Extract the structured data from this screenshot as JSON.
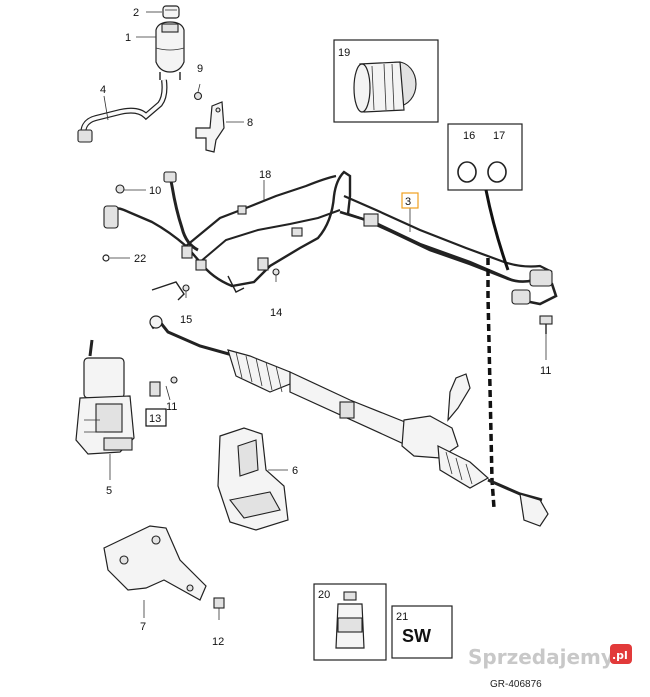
{
  "diagram": {
    "callouts": {
      "c1": "1",
      "c2": "2",
      "c3": "3",
      "c4": "4",
      "c5": "5",
      "c6": "6",
      "c7": "7",
      "c8": "8",
      "c9": "9",
      "c10": "10",
      "c11a": "11",
      "c11b": "11",
      "c12": "12",
      "c13": "13",
      "c14": "14",
      "c15": "15",
      "c16": "16",
      "c17": "17",
      "c18": "18",
      "c19": "19",
      "c20": "20",
      "c21": "21",
      "c22": "22"
    },
    "sw_label": "SW",
    "reference_code": "GR-406876",
    "watermark": "Sprzedajemy",
    "watermark_suffix": ".pl",
    "colors": {
      "line": "#222222",
      "highlight_box": "#f0a020",
      "watermark_badge": "#e23a3a"
    }
  }
}
